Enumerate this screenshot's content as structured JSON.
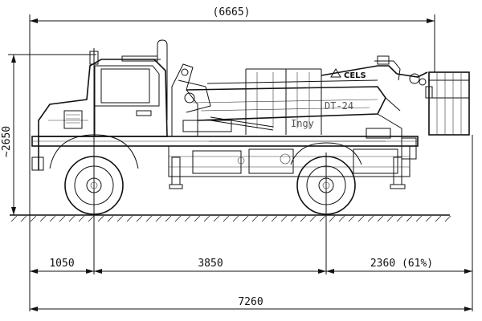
{
  "dimensions": {
    "overall_top": "(6665)",
    "height": "~2650",
    "front_overhang": "1050",
    "wheelbase": "3850",
    "rear_overhang": "2360 (61%)",
    "overall_length": "7260"
  },
  "labels": {
    "brand": "CELS",
    "model": "DT-24",
    "unit": "Ingy"
  }
}
